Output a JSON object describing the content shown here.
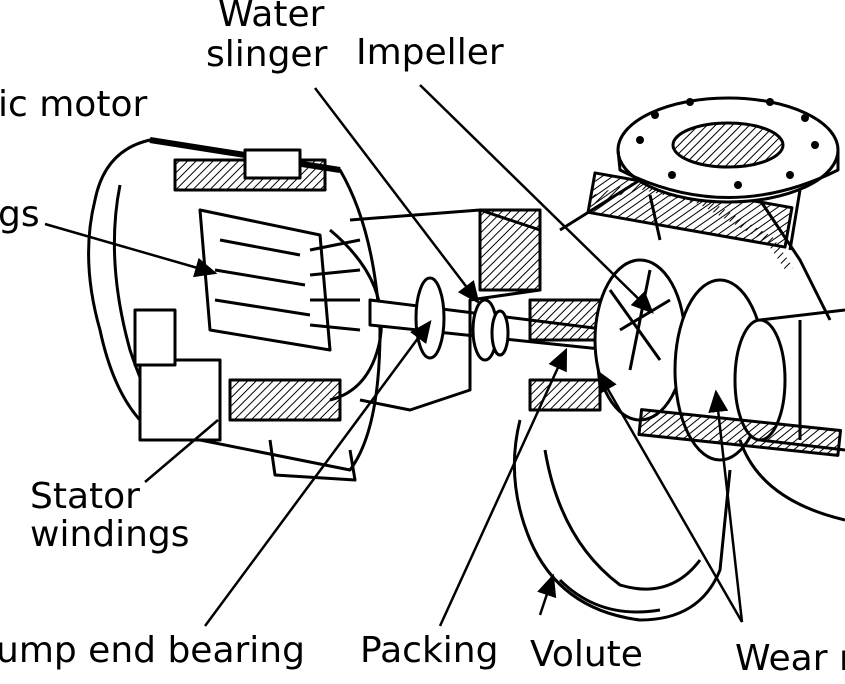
{
  "labels": {
    "water_slinger_1": "Water",
    "water_slinger_2": "slinger",
    "impeller": "Impeller",
    "electric_motor": "ic motor",
    "bearings": "gs",
    "stator_1": "Stator",
    "stator_2": "windings",
    "pump_end_bearing": "ump end bearing",
    "packing": "Packing",
    "volute": "Volute",
    "wear_rings": "Wear r"
  },
  "colors": {
    "ink": "#000000",
    "paper": "#ffffff"
  }
}
